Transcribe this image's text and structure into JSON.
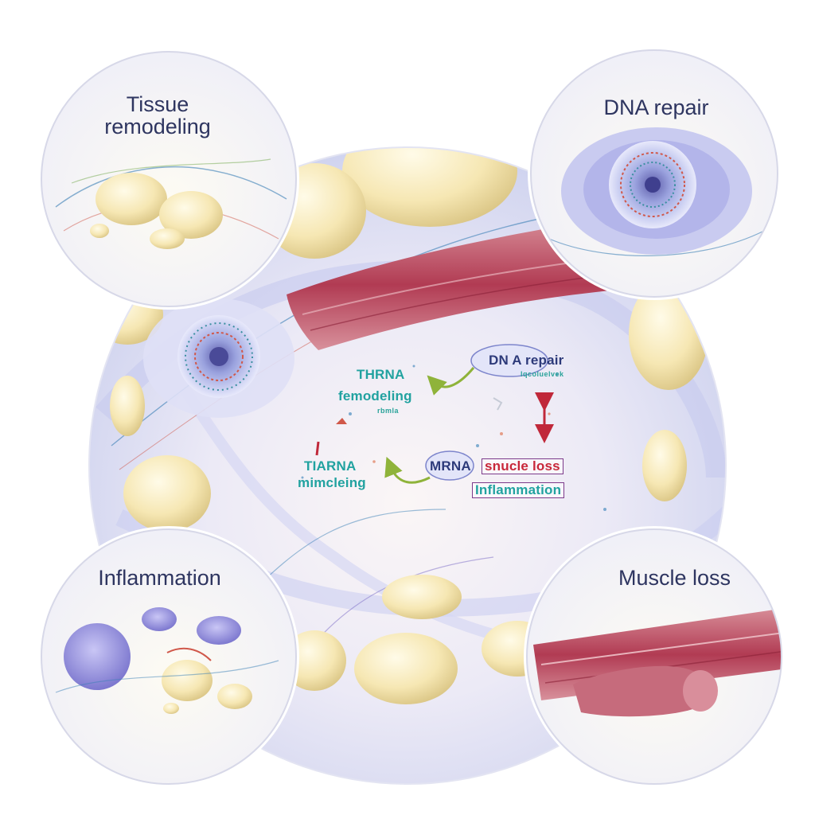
{
  "insets": {
    "top_left": {
      "title_line1": "Tissue",
      "title_line2": "remodeling"
    },
    "top_right": {
      "title": "DNA repair"
    },
    "bottom_left": {
      "title": "Inflammation"
    },
    "bottom_right": {
      "title": "Muscle loss"
    }
  },
  "center": {
    "upper_left_line1": "THRNA",
    "upper_left_line2": "femodeling",
    "upper_left_sub": "rbmla",
    "upper_right_line1": "DN A repair",
    "upper_right_line2": "lqcoluelvek",
    "lower_left_line1": "TIARNA",
    "lower_left_line2": "mimcleing",
    "lower_mid": "MRNA",
    "lower_right_line1": "snucle loss",
    "lower_right_line2": "Inflammation"
  },
  "colors": {
    "fat_cell": "#f6e9b8",
    "muscle": "#b23a52",
    "membrane": "#b9bfe8",
    "label_navy": "#2e3560",
    "label_teal": "#21a2a0",
    "label_red": "#c8283a",
    "arrow_red": "#c0283a",
    "arrow_green": "#8fb33a"
  }
}
